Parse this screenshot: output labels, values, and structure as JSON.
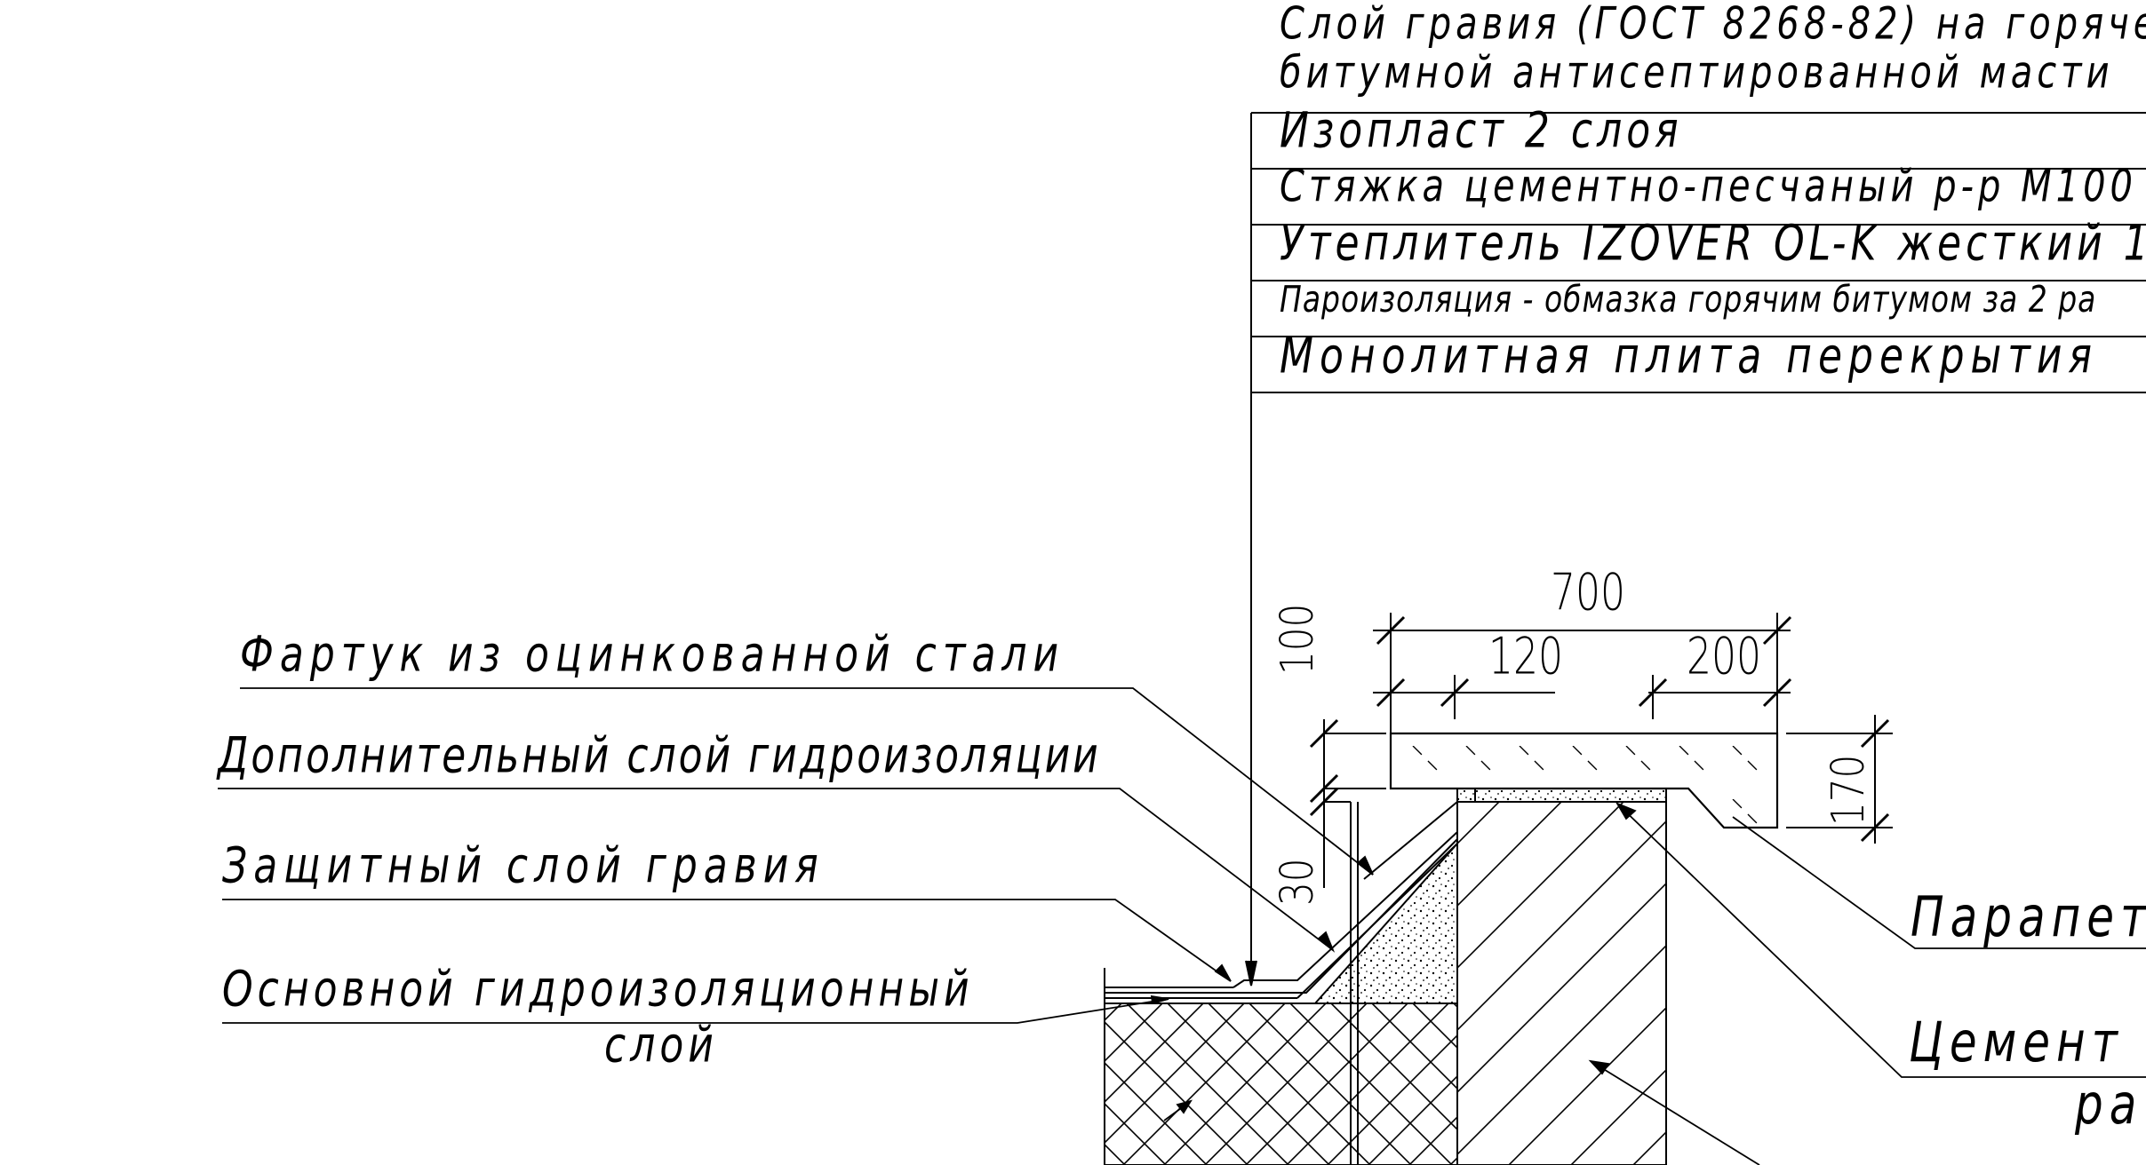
{
  "layers": [
    "Слой гравия (ГОСТ 8268-82) на горяче",
    "битумной антисептированной масти",
    "Изопласт 2 слоя",
    "Стяжка цементно-песчаный р-р М100",
    "Утеплитель IZOVER OL-K жесткий 1",
    "Пароизоляция - обмазка горячим битумом за 2 ра",
    "Монолитная плита перекрытия"
  ],
  "callouts": {
    "apron": "Фартук из оцинкованной стали",
    "extra_waterproofing": "Дополнительный слой гидроизоляции",
    "gravel_protection": "Защитный слой гравия",
    "main_waterproofing_line1": "Основной гидроизоляционный",
    "main_waterproofing_line2": "слой",
    "parapet": "Парапет",
    "cement_line1": "Цемент",
    "cement_line2": "ра"
  },
  "dimensions": {
    "total_width": "700",
    "left_segment": "120",
    "right_segment": "200",
    "top_height": "100",
    "cap_height": "170",
    "step_height": "30"
  },
  "colors": {
    "line": "#000000",
    "background": "#ffffff"
  }
}
